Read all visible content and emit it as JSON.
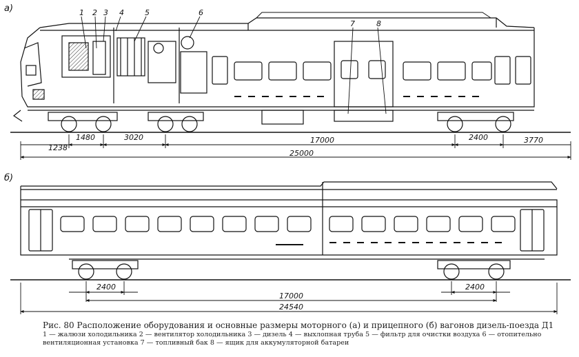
{
  "figure": {
    "panel_a_label": "а)",
    "panel_b_label": "б)",
    "callouts": [
      "1",
      "2",
      "3",
      "4",
      "5",
      "6",
      "7",
      "8"
    ],
    "dimensions_a": {
      "d1238": "1238",
      "d1480": "1480",
      "d3020": "3020",
      "d17000": "17000",
      "d2400": "2400",
      "d3770": "3770",
      "d25000": "25000"
    },
    "dimensions_b": {
      "d2400_left": "2400",
      "d2400_right": "2400",
      "d17000": "17000",
      "d24540": "24540"
    }
  },
  "caption": {
    "title": "Рис. 80 Расположение оборудования и основные размеры моторного (а) и прицепного (б) вагонов дизель-поезда Д1",
    "legend": "1 — жалюзи холодильника 2 — вентилятор холодильника 3 — дизель 4 — выхлопная труба 5 — фильтр для очистки воздуха 6 — отопительно вентиляционная установка 7 — топливный бак 8 — ящик для аккумуляторной батареи"
  }
}
